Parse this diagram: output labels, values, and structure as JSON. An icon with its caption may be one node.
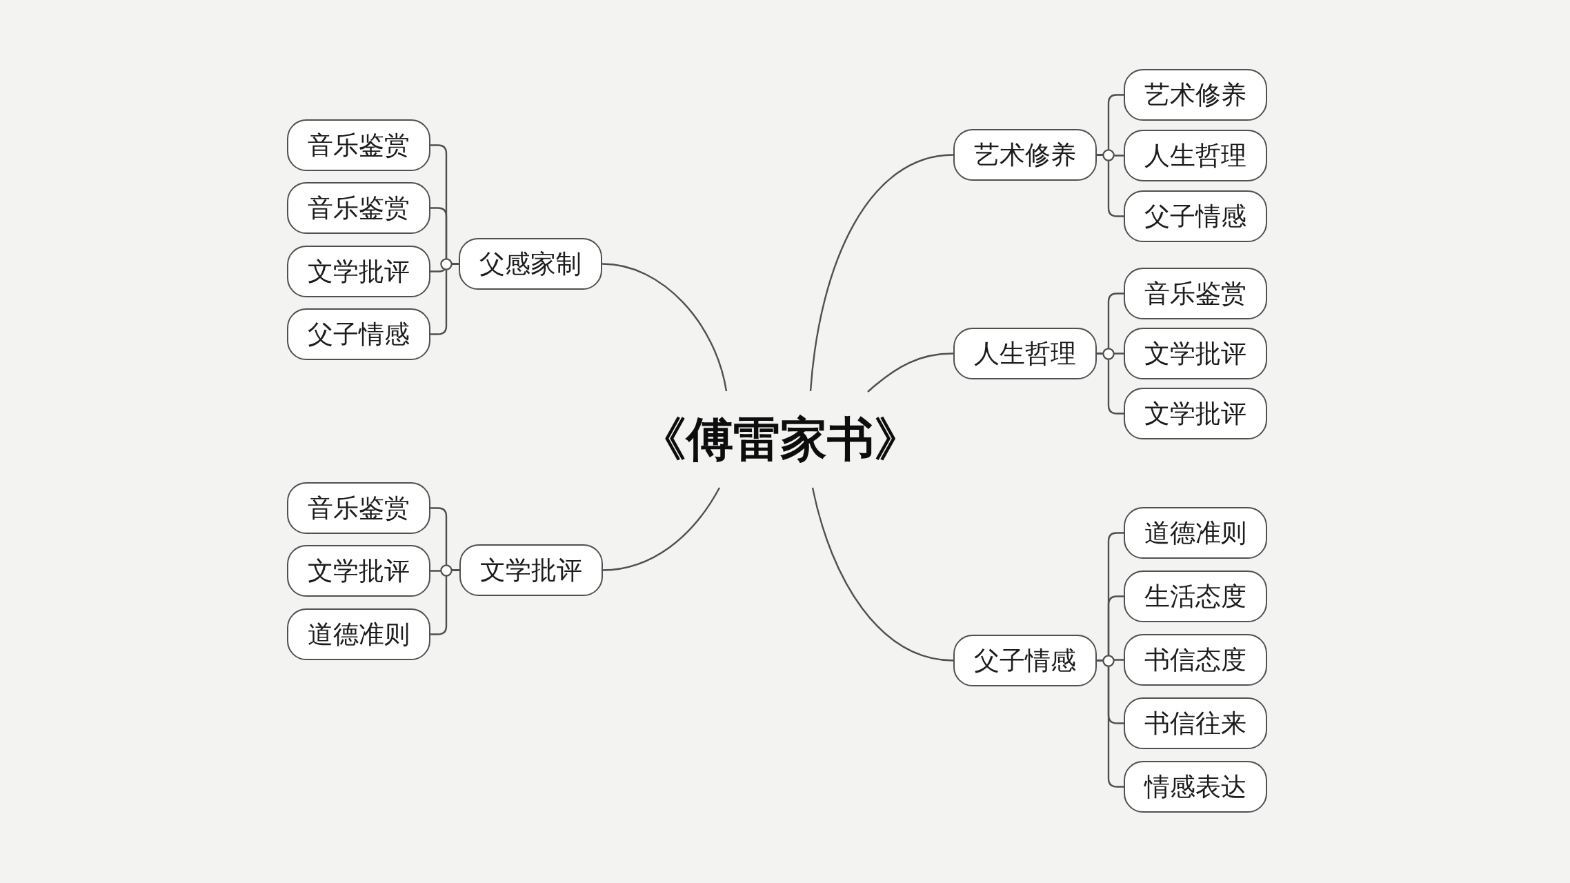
{
  "diagram": {
    "nodes": [
      {
        "text": [
          "《傅雷家书》"
        ]
      },
      {
        "text": [
          "父感家制"
        ]
      },
      {
        "text": [
          "音乐鉴赏"
        ]
      },
      {
        "text": [
          "音乐鉴赏"
        ]
      },
      {
        "text": [
          "文学批评"
        ]
      },
      {
        "text": [
          "父子情感"
        ]
      },
      {
        "text": [
          "文学批评"
        ]
      },
      {
        "text": [
          "音乐鉴赏"
        ]
      },
      {
        "text": [
          "文学批评"
        ]
      },
      {
        "text": [
          "道德准则"
        ]
      },
      {
        "text": [
          "艺术修养"
        ]
      },
      {
        "text": [
          "艺术修养"
        ]
      },
      {
        "text": [
          "人生哲理"
        ]
      },
      {
        "text": [
          "父子情感"
        ]
      },
      {
        "text": [
          "人生哲理"
        ]
      },
      {
        "text": [
          "音乐鉴赏"
        ]
      },
      {
        "text": [
          "文学批评"
        ]
      },
      {
        "text": [
          "文学批评"
        ]
      },
      {
        "text": [
          "父子情感"
        ]
      },
      {
        "text": [
          "道德准则"
        ]
      },
      {
        "text": [
          "生活态度"
        ]
      },
      {
        "text": [
          "书信态度"
        ]
      },
      {
        "text": [
          "书信往来"
        ]
      },
      {
        "text": [
          "情感表达"
        ]
      }
    ],
    "edges": [
      {
        "from": 0,
        "to": 1,
        "arrow": "none"
      },
      {
        "from": 1,
        "to": 2,
        "arrow": "none"
      },
      {
        "from": 1,
        "to": 3,
        "arrow": "none"
      },
      {
        "from": 1,
        "to": 4,
        "arrow": "none"
      },
      {
        "from": 1,
        "to": 5,
        "arrow": "none"
      },
      {
        "from": 0,
        "to": 6,
        "arrow": "none"
      },
      {
        "from": 6,
        "to": 7,
        "arrow": "none"
      },
      {
        "from": 6,
        "to": 8,
        "arrow": "none"
      },
      {
        "from": 6,
        "to": 9,
        "arrow": "none"
      },
      {
        "from": 0,
        "to": 10,
        "arrow": "none"
      },
      {
        "from": 10,
        "to": 11,
        "arrow": "none"
      },
      {
        "from": 10,
        "to": 12,
        "arrow": "none"
      },
      {
        "from": 10,
        "to": 13,
        "arrow": "none"
      },
      {
        "from": 0,
        "to": 14,
        "arrow": "none"
      },
      {
        "from": 14,
        "to": 15,
        "arrow": "none"
      },
      {
        "from": 14,
        "to": 16,
        "arrow": "none"
      },
      {
        "from": 14,
        "to": 17,
        "arrow": "none"
      },
      {
        "from": 0,
        "to": 18,
        "arrow": "none"
      },
      {
        "from": 18,
        "to": 19,
        "arrow": "none"
      },
      {
        "from": 18,
        "to": 20,
        "arrow": "none"
      },
      {
        "from": 18,
        "to": 21,
        "arrow": "none"
      },
      {
        "from": 18,
        "to": 22,
        "arrow": "none"
      },
      {
        "from": 18,
        "to": 23,
        "arrow": "none"
      }
    ]
  }
}
